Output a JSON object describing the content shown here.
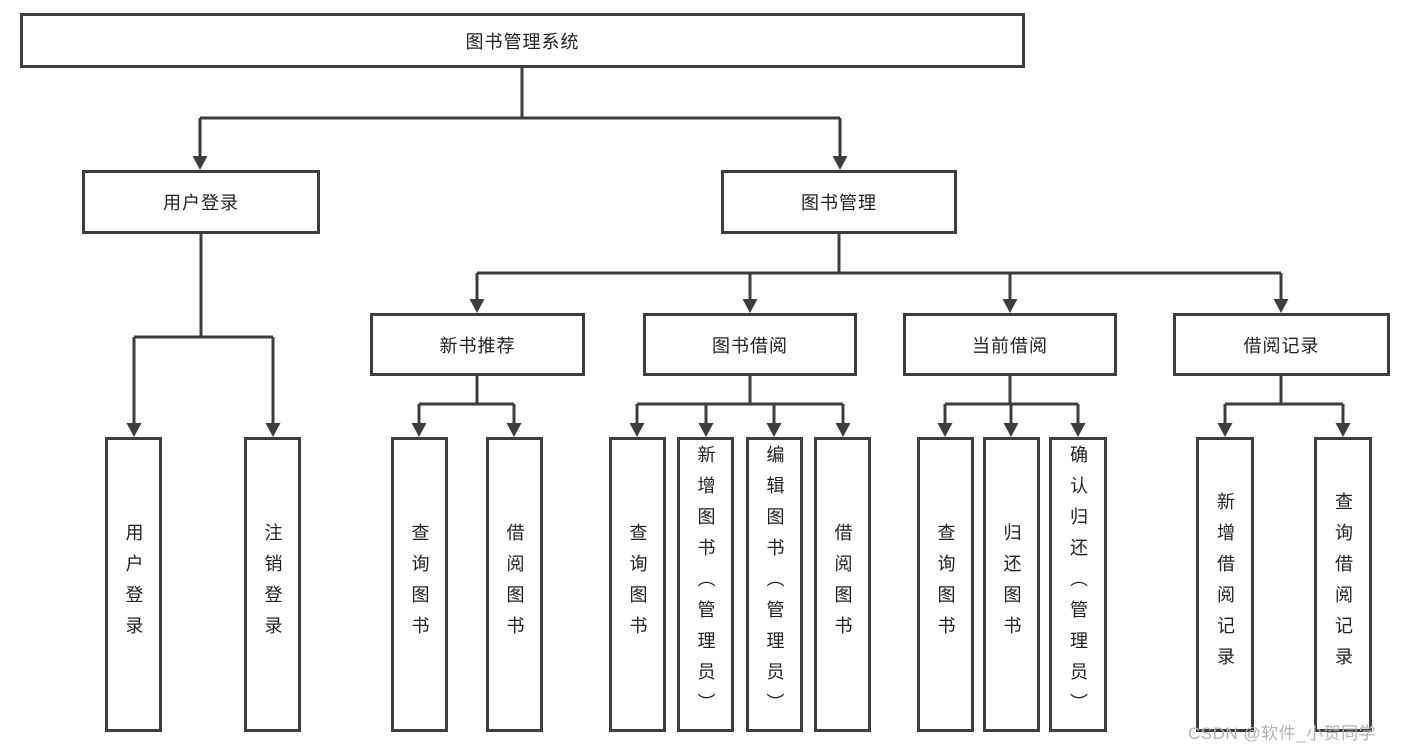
{
  "tree": {
    "root": {
      "label": "图书管理系统"
    },
    "branches": [
      {
        "label": "用户登录",
        "leaves": [
          {
            "label": "用户登录"
          },
          {
            "label": "注销登录"
          }
        ]
      },
      {
        "label": "图书管理",
        "groups": [
          {
            "label": "新书推荐",
            "leaves": [
              {
                "label": "查询图书"
              },
              {
                "label": "借阅图书"
              }
            ]
          },
          {
            "label": "图书借阅",
            "leaves": [
              {
                "label": "查询图书"
              },
              {
                "label": "新增图书（管理员）"
              },
              {
                "label": "编辑图书（管理员）"
              },
              {
                "label": "借阅图书"
              }
            ]
          },
          {
            "label": "当前借阅",
            "leaves": [
              {
                "label": "查询图书"
              },
              {
                "label": "归还图书"
              },
              {
                "label": "确认归还（管理员）"
              }
            ]
          },
          {
            "label": "借阅记录",
            "leaves": [
              {
                "label": "新增借阅记录"
              },
              {
                "label": "查询借阅记录"
              }
            ]
          }
        ]
      }
    ]
  },
  "watermark": {
    "text": "CSDN @软件_小贺同学"
  },
  "colors": {
    "line": "#3d3d3d",
    "text": "#1f1f1f",
    "watermark": "#b3b3b3",
    "background": "#ffffff"
  }
}
